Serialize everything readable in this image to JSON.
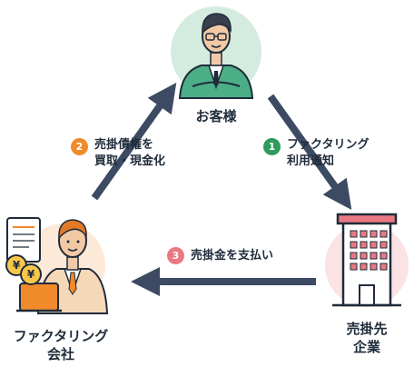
{
  "nodes": {
    "customer": {
      "label": "お客様"
    },
    "debtor": {
      "line1": "売掛先",
      "line2": "企業"
    },
    "factoring": {
      "line1": "ファクタリング",
      "line2": "会社"
    }
  },
  "steps": [
    {
      "number": "1",
      "line1": "ファクタリング",
      "line2": "利用通知",
      "color": "#2e9a5e"
    },
    {
      "number": "2",
      "line1": "売掛債権を",
      "line2": "買取・現金化",
      "color": "#f08a2a"
    },
    {
      "number": "3",
      "line1": "売掛金を支払い",
      "line2": "",
      "color": "#e97882"
    }
  ],
  "colors": {
    "arrow": "#3d4a63",
    "customer_circle": "#d4ecdf",
    "debtor_circle": "#fbe2e4",
    "factoring_circle": "#fde9d8"
  },
  "icons": {
    "customer": "businessman-icon",
    "debtor": "office-building-icon",
    "factoring": "businessman-with-laptop-and-yen-coins-icon"
  },
  "yen_symbol": "¥"
}
